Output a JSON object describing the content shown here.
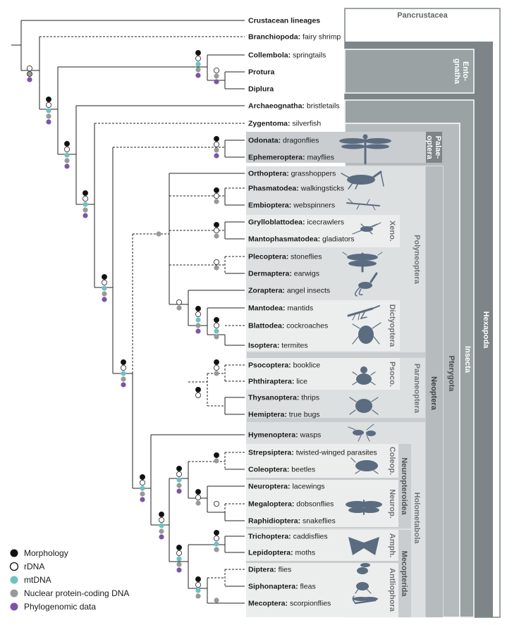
{
  "taxa": [
    {
      "name": "Crustacean lineages",
      "common": ""
    },
    {
      "name": "Branchiopoda",
      "common": "fairy shrimp"
    },
    {
      "name": "Collembola",
      "common": "springtails"
    },
    {
      "name": "Protura",
      "common": ""
    },
    {
      "name": "Diplura",
      "common": ""
    },
    {
      "name": "Archaeognatha",
      "common": "bristletails"
    },
    {
      "name": "Zygentoma",
      "common": "silverfish"
    },
    {
      "name": "Odonata",
      "common": "dragonflies"
    },
    {
      "name": "Ephemeroptera",
      "common": "mayflies"
    },
    {
      "name": "Orthoptera",
      "common": "grasshoppers"
    },
    {
      "name": "Phasmatodea",
      "common": "walkingsticks"
    },
    {
      "name": "Embioptera",
      "common": "webspinners"
    },
    {
      "name": "Grylloblattodea",
      "common": "icecrawlers"
    },
    {
      "name": "Mantophasmatodea",
      "common": "gladiators"
    },
    {
      "name": "Plecoptera",
      "common": "stoneflies"
    },
    {
      "name": "Dermaptera",
      "common": "earwigs"
    },
    {
      "name": "Zoraptera",
      "common": "angel insects"
    },
    {
      "name": "Mantodea",
      "common": "mantids"
    },
    {
      "name": "Blattodea",
      "common": "cockroaches"
    },
    {
      "name": "Isoptera",
      "common": "termites"
    },
    {
      "name": "Psocoptera",
      "common": "booklice"
    },
    {
      "name": "Phthiraptera",
      "common": "lice"
    },
    {
      "name": "Thysanoptera",
      "common": "thrips"
    },
    {
      "name": "Hemiptera",
      "common": "true bugs"
    },
    {
      "name": "Hymenoptera",
      "common": "wasps"
    },
    {
      "name": "Strepsiptera",
      "common": "twisted-winged parasites"
    },
    {
      "name": "Coleoptera",
      "common": "beetles"
    },
    {
      "name": "Neuroptera",
      "common": "lacewings"
    },
    {
      "name": "Megaloptera",
      "common": "dobsonflies"
    },
    {
      "name": "Raphidioptera",
      "common": "snakeflies"
    },
    {
      "name": "Trichoptera",
      "common": "caddisflies"
    },
    {
      "name": "Lepidoptera",
      "common": "moths"
    },
    {
      "name": "Diptera",
      "common": "flies"
    },
    {
      "name": "Siphonaptera",
      "common": "fleas"
    },
    {
      "name": "Mecoptera",
      "common": "scorpionflies"
    }
  ],
  "groups": {
    "pancrustacea": "Pancrustacea",
    "hexapoda": "Hexapoda",
    "entognatha": "Ento-\ngnatha",
    "insecta": "Insecta",
    "pterygota": "Pterygota",
    "palaeoptera": "Palae-\noptera",
    "neoptera": "Neoptera",
    "polyneoptera": "Polyneoptera",
    "xeno": "Xeno.",
    "dictyoptera": "Dictyoptera",
    "paraneoptera": "Paraneoptera",
    "psoco": "Psoco.",
    "holometabola": "Holometabola",
    "neuropteroidea": "Neuropteroidea",
    "coleop": "Coleop.",
    "neurop": "Neurop.",
    "mecopterida": "Mecopterida",
    "amph": "Amph.",
    "antliophora": "Antliophora"
  },
  "legend": [
    {
      "label": "Morphology",
      "color": "#111111",
      "icon": "filled-circle"
    },
    {
      "label": "rDNA",
      "color": "#ffffff",
      "icon": "open-circle"
    },
    {
      "label": "mtDNA",
      "color": "#6cc3c0",
      "icon": "filled-circle"
    },
    {
      "label": "Nuclear protein-coding DNA",
      "color": "#999999",
      "icon": "filled-circle"
    },
    {
      "label": "Phylogenomic data",
      "color": "#7a56a6",
      "icon": "filled-circle"
    }
  ],
  "colors": {
    "morphology": "#111111",
    "rdna": "#ffffff",
    "mtdna": "#6cc3c0",
    "nuclear": "#999999",
    "phylogenomic": "#7a56a6"
  }
}
